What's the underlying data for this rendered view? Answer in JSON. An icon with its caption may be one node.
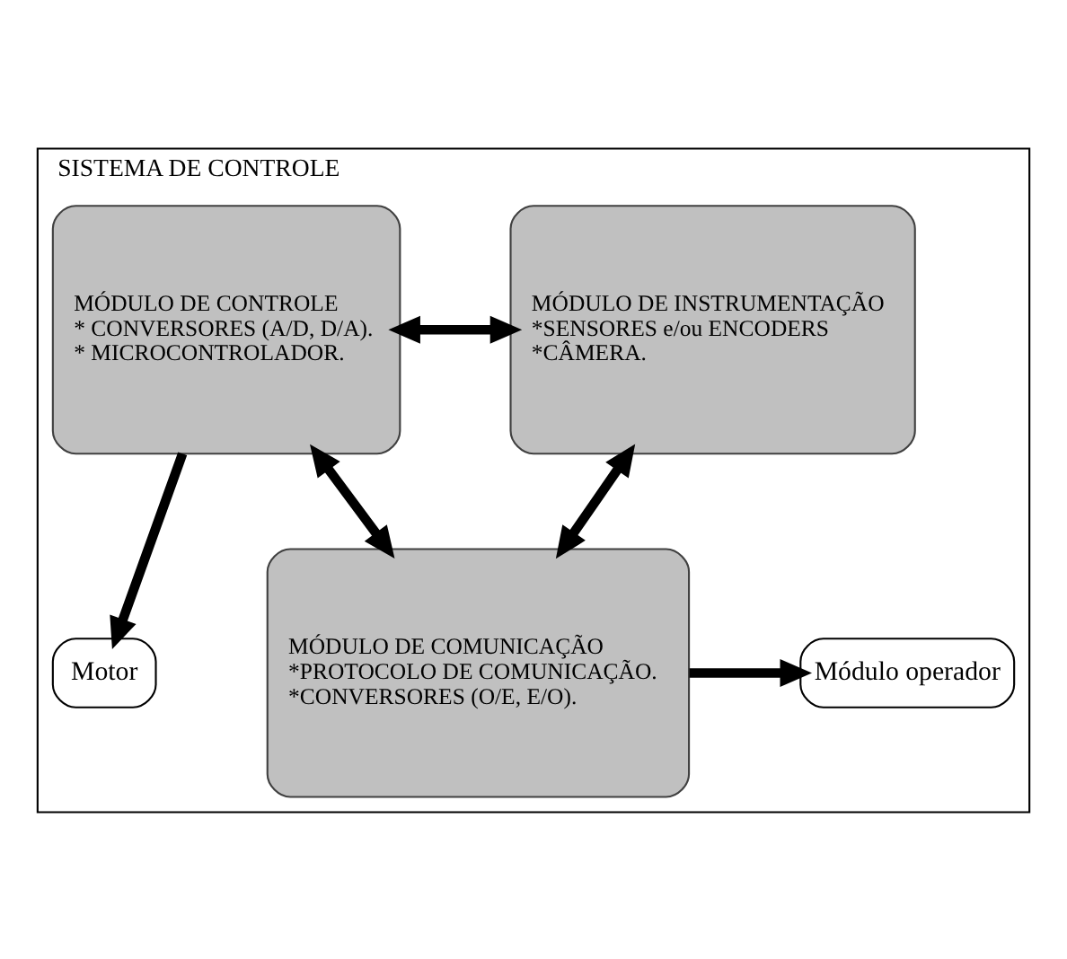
{
  "diagram": {
    "nodes": [
      {
        "text": [
          "SISTEMA DE CONTROLE"
        ]
      },
      {
        "text": [
          "MÓDULO DE CONTROLE",
          "* CONVERSORES (A/D, D/A).",
          "* MICROCONTROLADOR."
        ],
        "in": 0
      },
      {
        "text": [
          "MÓDULO DE INSTRUMENTAÇÃO",
          "*SENSORES e/ou ENCODERS",
          "*CÂMERA."
        ],
        "in": 0
      },
      {
        "text": [
          "Motor"
        ],
        "in": 0
      },
      {
        "text": [
          "MÓDULO DE COMUNICAÇÃO",
          "*PROTOCOLO DE COMUNICAÇÃO.",
          "*CONVERSORES (O/E, E/O)."
        ],
        "in": 0
      },
      {
        "text": [
          "Módulo operador"
        ],
        "in": 0
      }
    ],
    "edges": [
      {
        "from": 1,
        "to": 2,
        "arrow": "both"
      },
      {
        "from": 1,
        "to": 3,
        "arrow": "to"
      },
      {
        "from": 1,
        "to": 4,
        "arrow": "both"
      },
      {
        "from": 2,
        "to": 4,
        "arrow": "both"
      },
      {
        "from": 4,
        "to": 5,
        "arrow": "to"
      }
    ]
  }
}
